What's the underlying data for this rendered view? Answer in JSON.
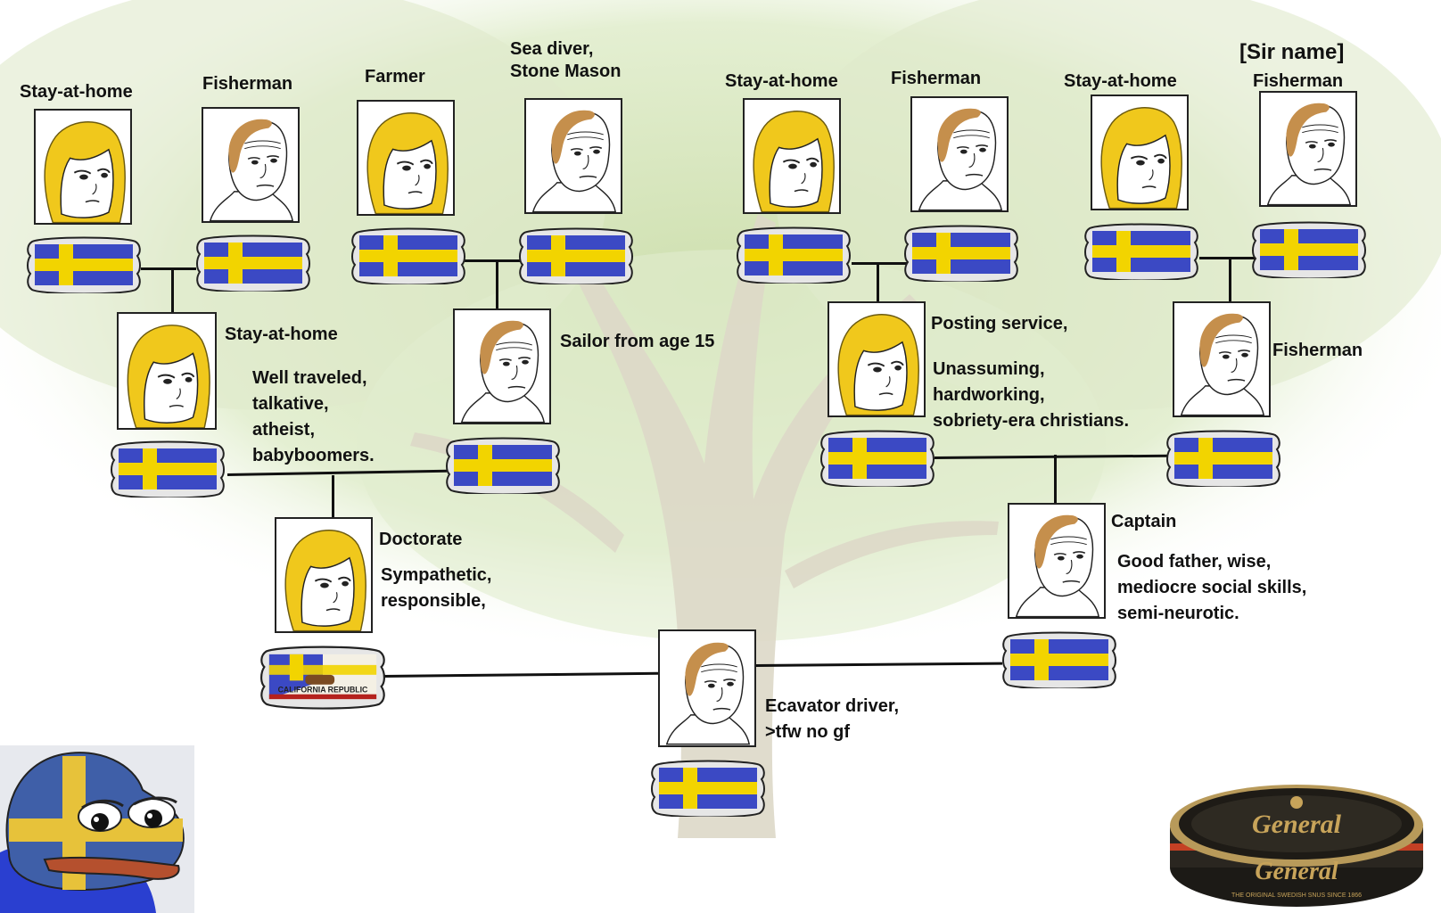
{
  "image": {
    "background": "faded-tree",
    "accent_colors": {
      "sweden_blue": "#3b49c4",
      "sweden_yellow": "#f2d400",
      "hair_blonde": "#f0c81c",
      "hair_brown": "#c58f4c"
    }
  },
  "people": [
    {
      "id": "gg1",
      "label": "Stay-at-home",
      "gender": "female",
      "flag": "sweden"
    },
    {
      "id": "gg2",
      "label": "Fisherman",
      "gender": "male",
      "flag": "sweden"
    },
    {
      "id": "gg3",
      "label": "Farmer",
      "gender": "female",
      "flag": "sweden"
    },
    {
      "id": "gg4",
      "label": "Sea diver,\nStone Mason",
      "gender": "male",
      "flag": "sweden"
    },
    {
      "id": "gg5",
      "label": "Stay-at-home",
      "gender": "female",
      "flag": "sweden"
    },
    {
      "id": "gg6",
      "label": "Fisherman",
      "gender": "male",
      "flag": "sweden"
    },
    {
      "id": "gg7",
      "label": "Stay-at-home",
      "gender": "female",
      "flag": "sweden"
    },
    {
      "id": "gg8",
      "label": "Fisherman",
      "gender": "male",
      "flag": "sweden",
      "note": "[Sir name]"
    },
    {
      "id": "g1",
      "label": "Stay-at-home",
      "traits": "Well traveled,\ntalkative,\natheist,\nbabyboomers.",
      "gender": "female",
      "flag": "sweden"
    },
    {
      "id": "g2",
      "label": "Sailor from age 15",
      "gender": "male",
      "flag": "sweden"
    },
    {
      "id": "g3",
      "label": "Posting service,",
      "traits": "Unassuming,\nhardworking,\nsobriety-era christians.",
      "gender": "female",
      "flag": "sweden"
    },
    {
      "id": "g4",
      "label": "Fisherman",
      "gender": "male",
      "flag": "sweden"
    },
    {
      "id": "p1",
      "label": "Doctorate",
      "traits": "Sympathetic,\nresponsible,",
      "gender": "female",
      "flag": "sweden-california",
      "flag_text": "CALIFORNIA  REPUBLIC"
    },
    {
      "id": "p2",
      "label": "Captain",
      "traits": "Good father, wise,\nmediocre social skills,\nsemi-neurotic.",
      "gender": "male",
      "flag": "sweden"
    },
    {
      "id": "me",
      "label": "Ecavator driver,\n>tfw no gf",
      "gender": "male",
      "flag": "sweden"
    }
  ],
  "corner_items": {
    "pepe": "pepe-sweden-icon",
    "snus": {
      "brand": "General",
      "tagline": "THE ORIGINAL SWEDISH SNUS SINCE 1866"
    }
  }
}
